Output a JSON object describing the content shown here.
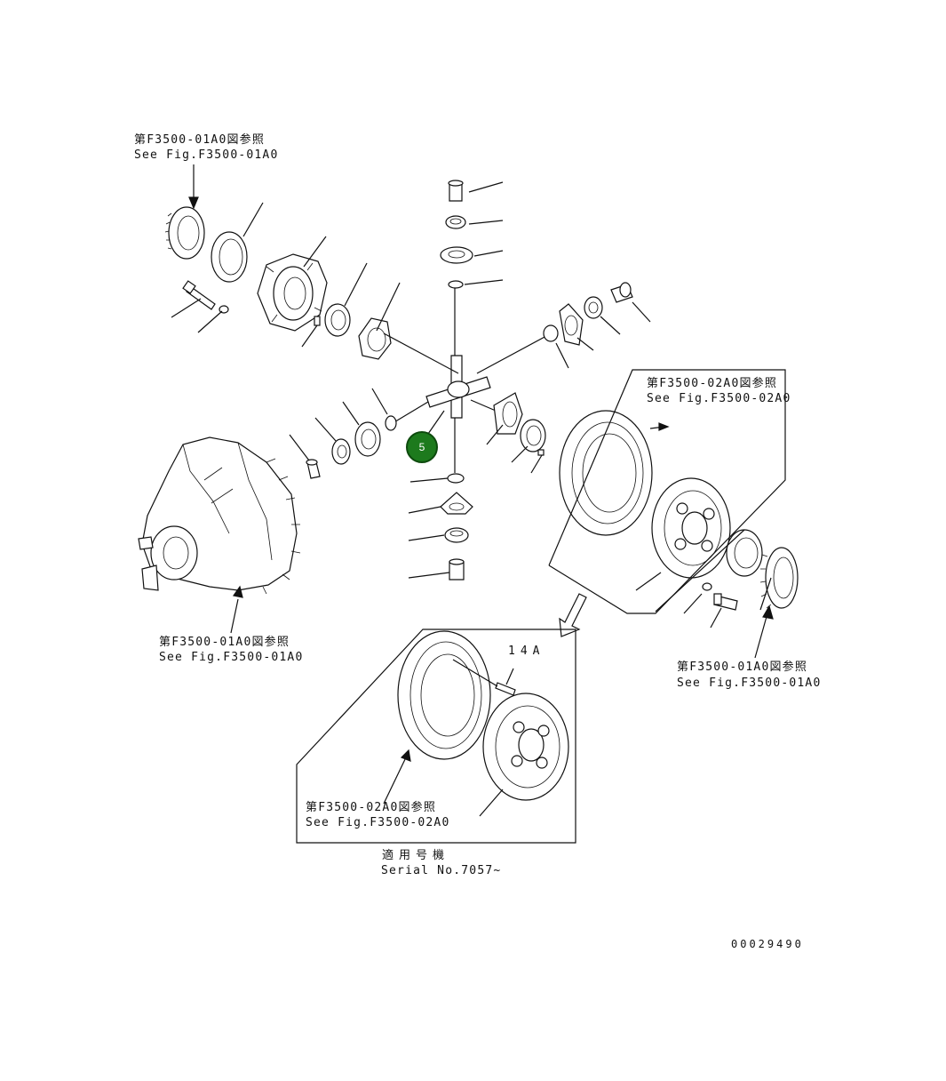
{
  "references": {
    "top_left_jp": "第F3500-01A0図参照",
    "top_left_en": "See Fig.F3500-01A0",
    "right_jp": "第F3500-02A0図参照",
    "right_en": "See Fig.F3500-02A0",
    "left_jp": "第F3500-01A0図参照",
    "left_en": "See Fig.F3500-01A0",
    "bottom_right_jp": "第F3500-01A0図参照",
    "bottom_right_en": "See Fig.F3500-01A0",
    "inset_jp": "第F3500-02A0図参照",
    "inset_en": "See Fig.F3500-02A0"
  },
  "inset": {
    "part_label": "14A",
    "applicable_jp": "適用号機",
    "applicable_en": "Serial No.7057~"
  },
  "callout": {
    "number": "5",
    "color": "#1d7a1d"
  },
  "drawing_number": "00029490"
}
